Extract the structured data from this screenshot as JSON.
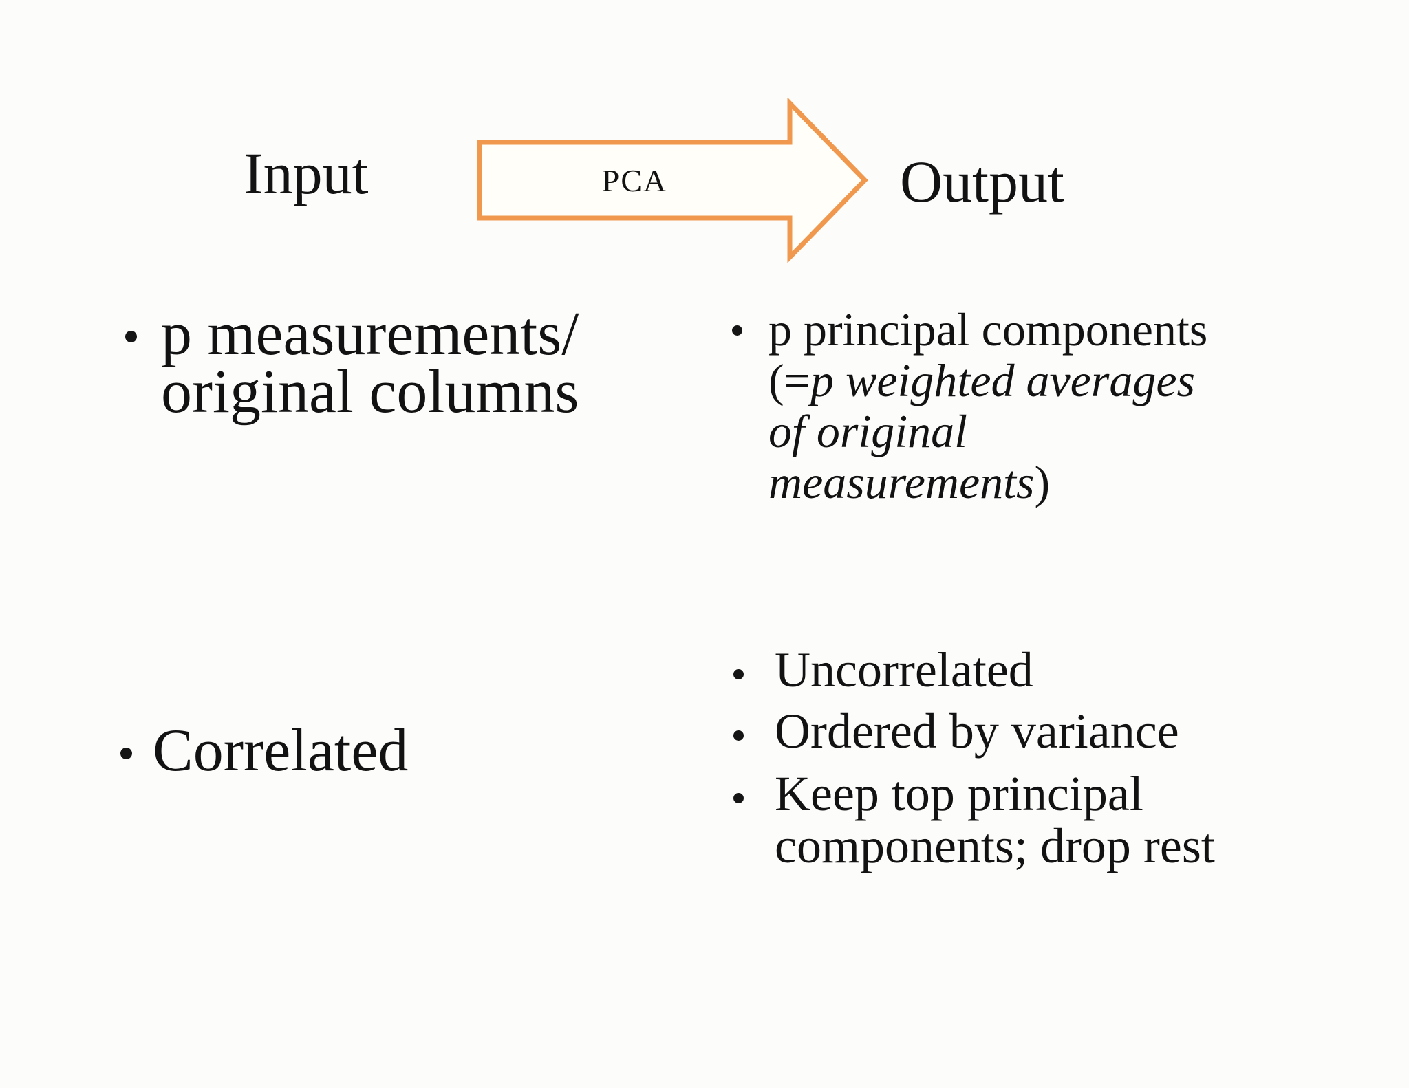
{
  "slide": {
    "heading_left": "Input",
    "heading_right": "Output",
    "arrow_label": "PCA",
    "colors": {
      "background": "#FCFCFB",
      "text": "#151515",
      "arrow_stroke": "#F0994E",
      "arrow_fill": "#FFFEF8"
    },
    "left_bullets": [
      {
        "line1": "p measurements/",
        "line2": "original columns"
      },
      {
        "line1": "Correlated"
      }
    ],
    "right_bullet_top": {
      "line1": "p principal components",
      "line2_prefix": "(=",
      "line2_italic": "p weighted averages",
      "line3_italic": "of original",
      "line4_italic": "measurements",
      "line4_suffix": ")"
    },
    "right_bullets_bottom": [
      {
        "line1": "Uncorrelated"
      },
      {
        "line1": "Ordered by variance"
      },
      {
        "line1": "Keep top principal",
        "line2": "components; drop rest"
      }
    ]
  }
}
